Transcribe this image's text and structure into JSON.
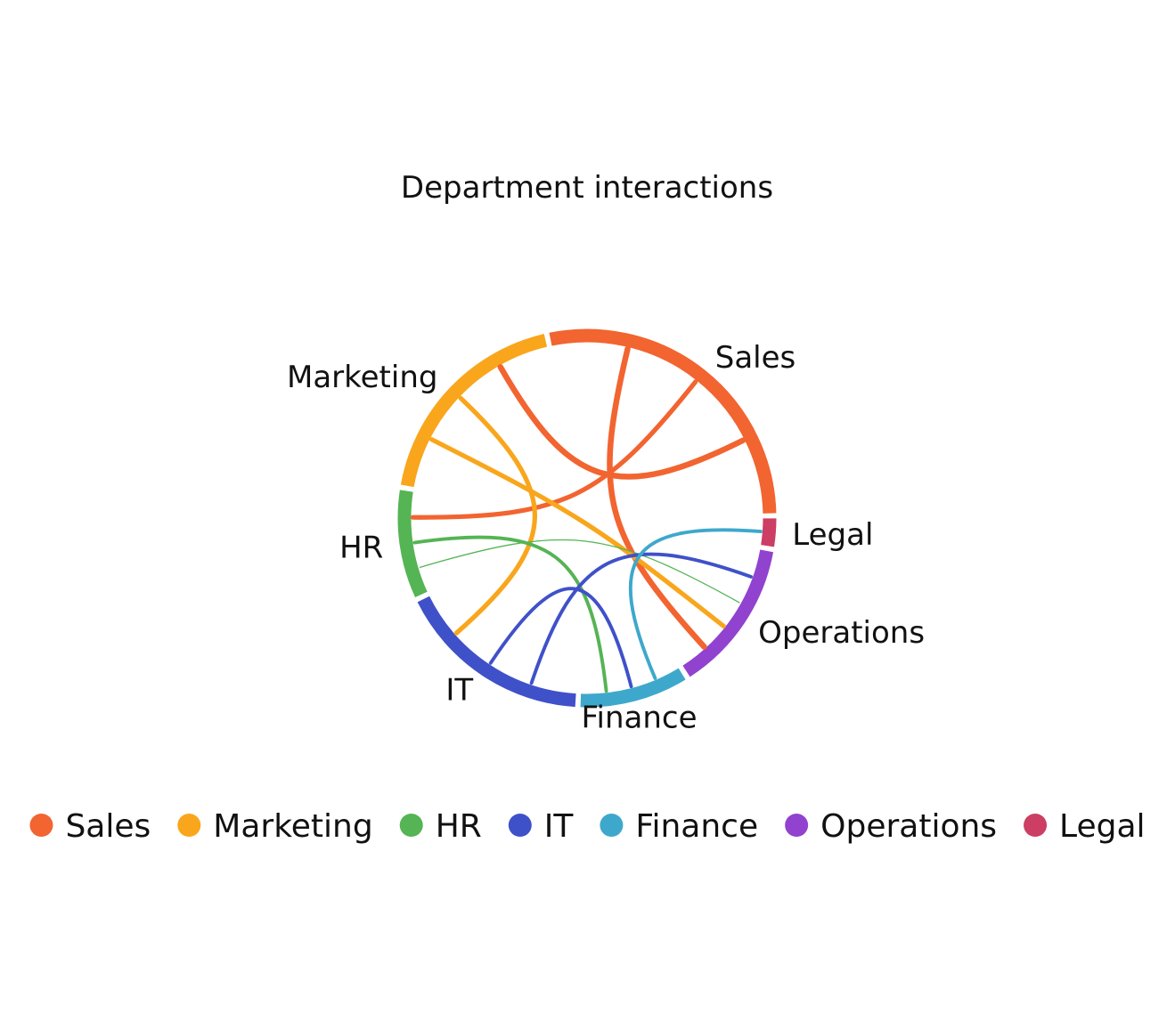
{
  "chart_data": {
    "type": "chord",
    "title": "Department interactions",
    "nodes": [
      {
        "name": "Sales",
        "color": "#f26430",
        "value": 15
      },
      {
        "name": "Marketing",
        "color": "#f9a61c",
        "value": 10
      },
      {
        "name": "HR",
        "color": "#55b454",
        "value": 5
      },
      {
        "name": "IT",
        "color": "#3f51c9",
        "value": 9
      },
      {
        "name": "Finance",
        "color": "#3ea8cc",
        "value": 5
      },
      {
        "name": "Operations",
        "color": "#9142cf",
        "value": 7
      },
      {
        "name": "Legal",
        "color": "#cc3e63",
        "value": 1.3
      }
    ],
    "links": [
      {
        "source": "Sales",
        "target": "Marketing",
        "value": 5
      },
      {
        "source": "Sales",
        "target": "HR",
        "value": 4
      },
      {
        "source": "Sales",
        "target": "Operations",
        "value": 5
      },
      {
        "source": "Marketing",
        "target": "IT",
        "value": 4
      },
      {
        "source": "Marketing",
        "target": "Operations",
        "value": 4
      },
      {
        "source": "HR",
        "target": "Finance",
        "value": 3
      },
      {
        "source": "HR",
        "target": "Operations",
        "value": 1
      },
      {
        "source": "IT",
        "target": "Finance",
        "value": 3
      },
      {
        "source": "IT",
        "target": "Operations",
        "value": 3
      },
      {
        "source": "Finance",
        "target": "Legal",
        "value": 3
      }
    ],
    "legend": {
      "items": [
        "Sales",
        "Marketing",
        "HR",
        "IT",
        "Finance",
        "Operations",
        "Legal"
      ],
      "position": "bottom"
    }
  }
}
